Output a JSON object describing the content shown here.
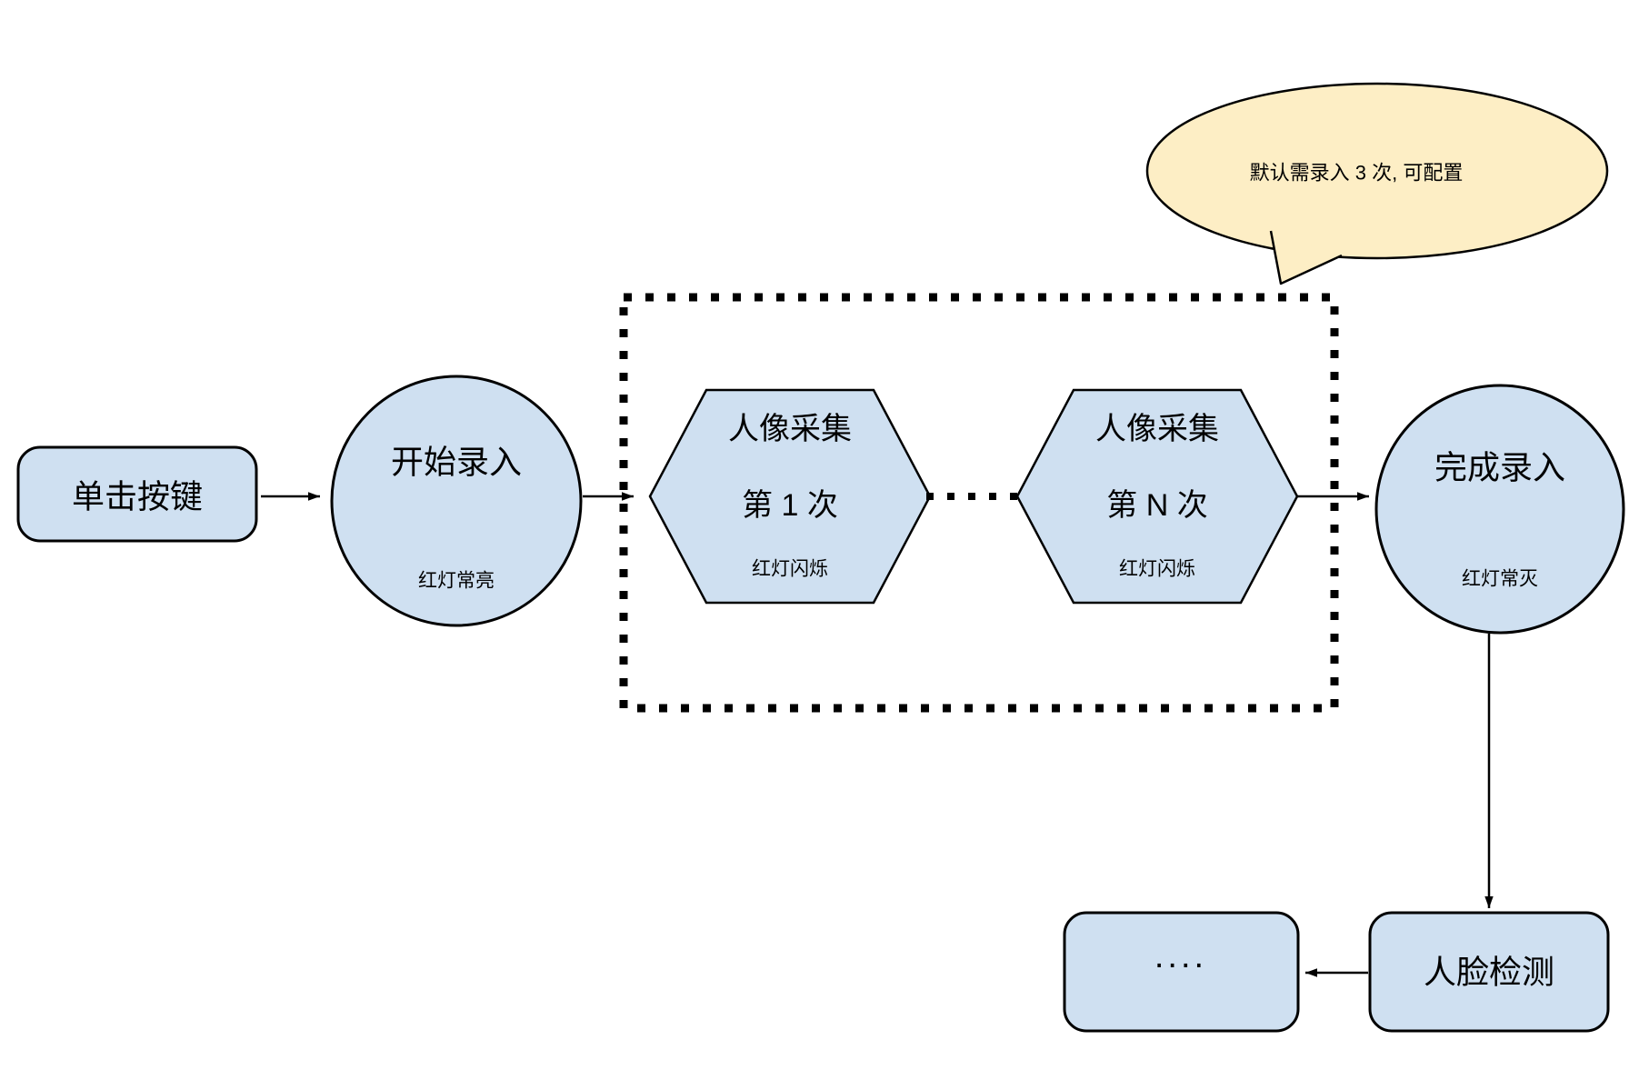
{
  "diagram": {
    "title": "face-enrollment-flowchart",
    "colors": {
      "node_fill": "#cfe0f1",
      "node_stroke": "#000000",
      "bubble_fill": "#fdeec5",
      "line": "#000000",
      "background": "#ffffff"
    },
    "nodes": {
      "click_button": {
        "label": "单击按键"
      },
      "start_enroll": {
        "title": "开始录入",
        "subtitle": "红灯常亮"
      },
      "capture_1": {
        "title": "人像采集",
        "line2": "第 1 次",
        "subtitle": "红灯闪烁"
      },
      "capture_n": {
        "title": "人像采集",
        "line2": "第 N 次",
        "subtitle": "红灯闪烁"
      },
      "finish_enroll": {
        "title": "完成录入",
        "subtitle": "红灯常灭"
      },
      "face_detect": {
        "label": "人脸检测"
      },
      "ellipsis_box": {
        "label": "...."
      }
    },
    "callout": {
      "text": "默认需录入 3 次, 可配置"
    }
  }
}
